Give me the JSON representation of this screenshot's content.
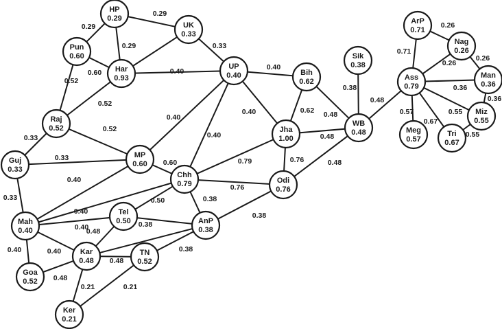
{
  "nodes": [
    {
      "id": "HP",
      "name": "HP",
      "value": "0.29"
    },
    {
      "id": "UK",
      "name": "UK",
      "value": "0.33"
    },
    {
      "id": "Pun",
      "name": "Pun",
      "value": "0.60"
    },
    {
      "id": "Har",
      "name": "Har",
      "value": "0.93"
    },
    {
      "id": "UP",
      "name": "UP",
      "value": "0.40"
    },
    {
      "id": "Bih",
      "name": "Bih",
      "value": "0.62"
    },
    {
      "id": "Sik",
      "name": "Sik",
      "value": "0.38"
    },
    {
      "id": "Raj",
      "name": "Raj",
      "value": "0.52"
    },
    {
      "id": "Jha",
      "name": "Jha",
      "value": "1.00"
    },
    {
      "id": "WB",
      "name": "WB",
      "value": "0.48"
    },
    {
      "id": "Guj",
      "name": "Guj",
      "value": "0.33"
    },
    {
      "id": "MP",
      "name": "MP",
      "value": "0.60"
    },
    {
      "id": "Chh",
      "name": "Chh",
      "value": "0.79"
    },
    {
      "id": "Odi",
      "name": "Odi",
      "value": "0.76"
    },
    {
      "id": "Mah",
      "name": "Mah",
      "value": "0.40"
    },
    {
      "id": "Tel",
      "name": "Tel",
      "value": "0.50"
    },
    {
      "id": "AnP",
      "name": "AnP",
      "value": "0.38"
    },
    {
      "id": "Kar",
      "name": "Kar",
      "value": "0.48"
    },
    {
      "id": "TN",
      "name": "TN",
      "value": "0.52"
    },
    {
      "id": "Goa",
      "name": "Goa",
      "value": "0.52"
    },
    {
      "id": "Ker",
      "name": "Ker",
      "value": "0.21"
    },
    {
      "id": "ArP",
      "name": "ArP",
      "value": "0.71"
    },
    {
      "id": "Nag",
      "name": "Nag",
      "value": "0.26"
    },
    {
      "id": "Ass",
      "name": "Ass",
      "value": "0.79"
    },
    {
      "id": "Man",
      "name": "Man",
      "value": "0.36"
    },
    {
      "id": "Meg",
      "name": "Meg",
      "value": "0.57"
    },
    {
      "id": "Tri",
      "name": "Tri",
      "value": "0.67"
    },
    {
      "id": "Miz",
      "name": "Miz",
      "value": "0.55"
    }
  ],
  "edges": [
    {
      "from": "HP",
      "to": "UK",
      "label": "0.29"
    },
    {
      "from": "HP",
      "to": "Pun",
      "label": "0.29"
    },
    {
      "from": "HP",
      "to": "Har",
      "label": "0.29"
    },
    {
      "from": "UK",
      "to": "UP",
      "label": "0.33"
    },
    {
      "from": "UK",
      "to": "Har",
      "label": ""
    },
    {
      "from": "Pun",
      "to": "Har",
      "label": "0.60"
    },
    {
      "from": "Pun",
      "to": "Raj",
      "label": "0.52"
    },
    {
      "from": "Har",
      "to": "UP",
      "label": "0.40"
    },
    {
      "from": "Har",
      "to": "Raj",
      "label": "0.52"
    },
    {
      "from": "UP",
      "to": "Bih",
      "label": "0.40"
    },
    {
      "from": "UP",
      "to": "Jha",
      "label": "0.40"
    },
    {
      "from": "UP",
      "to": "MP",
      "label": "0.40"
    },
    {
      "from": "UP",
      "to": "Chh",
      "label": "0.40"
    },
    {
      "from": "Bih",
      "to": "Jha",
      "label": "0.62"
    },
    {
      "from": "Bih",
      "to": "WB",
      "label": "0.48"
    },
    {
      "from": "Sik",
      "to": "WB",
      "label": "0.38"
    },
    {
      "from": "Raj",
      "to": "Guj",
      "label": "0.33"
    },
    {
      "from": "Raj",
      "to": "MP",
      "label": "0.52"
    },
    {
      "from": "Jha",
      "to": "WB",
      "label": "0.48"
    },
    {
      "from": "Jha",
      "to": "Chh",
      "label": "0.79"
    },
    {
      "from": "Jha",
      "to": "Odi",
      "label": "0.76"
    },
    {
      "from": "WB",
      "to": "Odi",
      "label": "0.48"
    },
    {
      "from": "WB",
      "to": "Ass",
      "label": "0.48"
    },
    {
      "from": "Guj",
      "to": "MP",
      "label": "0.33"
    },
    {
      "from": "Guj",
      "to": "Mah",
      "label": "0.33"
    },
    {
      "from": "MP",
      "to": "Chh",
      "label": "0.60"
    },
    {
      "from": "MP",
      "to": "Mah",
      "label": "0.40"
    },
    {
      "from": "Chh",
      "to": "Odi",
      "label": "0.76"
    },
    {
      "from": "Chh",
      "to": "Mah",
      "label": "0.40"
    },
    {
      "from": "Chh",
      "to": "Tel",
      "label": "0.50"
    },
    {
      "from": "Chh",
      "to": "AnP",
      "label": "0.38"
    },
    {
      "from": "Odi",
      "to": "AnP",
      "label": "0.38"
    },
    {
      "from": "Mah",
      "to": "Tel",
      "label": "0.40"
    },
    {
      "from": "Mah",
      "to": "Kar",
      "label": "0.40"
    },
    {
      "from": "Mah",
      "to": "Goa",
      "label": "0.40"
    },
    {
      "from": "Tel",
      "to": "Kar",
      "label": "0.48"
    },
    {
      "from": "Tel",
      "to": "AnP",
      "label": "0.38"
    },
    {
      "from": "AnP",
      "to": "Kar",
      "label": ""
    },
    {
      "from": "AnP",
      "to": "TN",
      "label": "0.38"
    },
    {
      "from": "Kar",
      "to": "TN",
      "label": "0.48"
    },
    {
      "from": "Kar",
      "to": "Goa",
      "label": "0.48"
    },
    {
      "from": "Kar",
      "to": "Ker",
      "label": "0.21"
    },
    {
      "from": "TN",
      "to": "Ker",
      "label": "0.21"
    },
    {
      "from": "ArP",
      "to": "Nag",
      "label": "0.26"
    },
    {
      "from": "ArP",
      "to": "Ass",
      "label": "0.71"
    },
    {
      "from": "Nag",
      "to": "Ass",
      "label": "0.26"
    },
    {
      "from": "Nag",
      "to": "Man",
      "label": "0.26"
    },
    {
      "from": "Ass",
      "to": "Man",
      "label": "0.36"
    },
    {
      "from": "Ass",
      "to": "Miz",
      "label": "0.55"
    },
    {
      "from": "Ass",
      "to": "Tri",
      "label": "0.67"
    },
    {
      "from": "Ass",
      "to": "Meg",
      "label": "0.57"
    },
    {
      "from": "Man",
      "to": "Miz",
      "label": "0.36"
    },
    {
      "from": "Miz",
      "to": "Tri",
      "label": "0.55"
    }
  ]
}
